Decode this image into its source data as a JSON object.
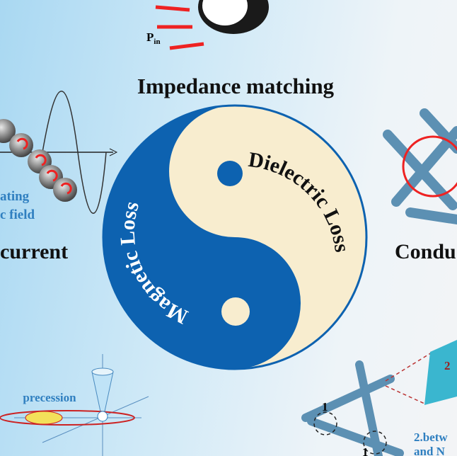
{
  "labels": {
    "impedance": "Impedance matching",
    "pin": "P",
    "pin_sub": "in",
    "eddy": "current",
    "field_line1": "ating",
    "field_line2": "c  field",
    "conduction": "Condu",
    "precession": "precession",
    "magnetic": "Magnetic Loss",
    "dielectric": "Dielectric Loss",
    "between_line1": "2.betw",
    "between_line2": "and  N",
    "mark1a": "1",
    "mark1b": "1",
    "mark2": "2"
  },
  "colors": {
    "blue": "#0d62b0",
    "cream": "#f8edcf",
    "text_blue": "#2f7fc0"
  }
}
